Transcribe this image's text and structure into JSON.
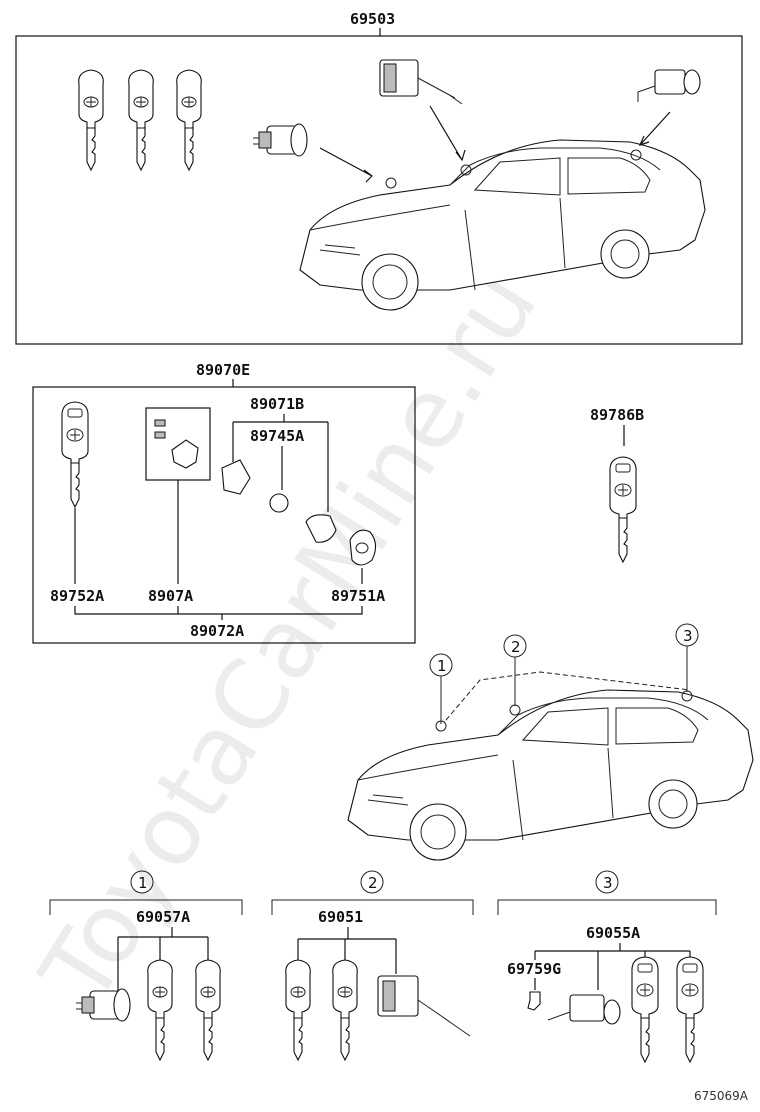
{
  "diagram": {
    "watermark": "ToyotaCarMine.ru",
    "footer_code": "675069A",
    "assembly_top": {
      "part_no": "69503"
    },
    "key_set": {
      "part_no": "89070E",
      "transmitter_case": "89071B",
      "battery": "89745A",
      "key_left": "89752A",
      "transmitter_unit": "8907A",
      "key_right": "89751A",
      "combined": "89072A"
    },
    "spare_key": {
      "part_no": "89786B"
    },
    "locations": [
      {
        "marker": "1",
        "part_no": "69057A"
      },
      {
        "marker": "2",
        "part_no": "69051"
      },
      {
        "marker": "3",
        "part_no": "69055A",
        "sub_part_no": "69759G"
      }
    ]
  }
}
